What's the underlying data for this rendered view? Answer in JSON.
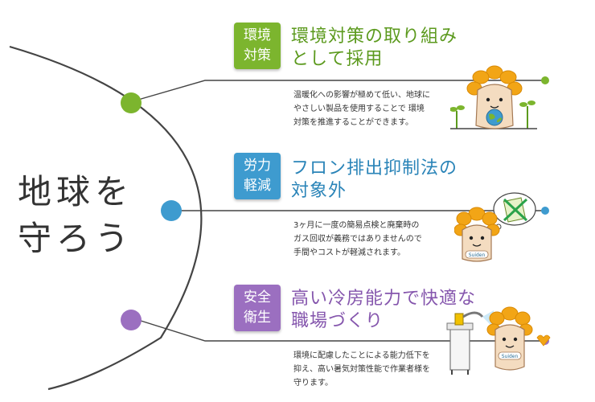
{
  "hero": {
    "line1": "地球を",
    "line2": "守ろう"
  },
  "colors": {
    "green": "#7cb52e",
    "blue": "#3e9bcf",
    "purple": "#9b6fc0",
    "line": "#444444"
  },
  "sections": [
    {
      "badge": [
        "環境",
        "対策"
      ],
      "heading": [
        "環境対策の取り組み",
        "として採用"
      ],
      "desc": [
        "温暖化への影響が極めて低い、地球に",
        "やさしい製品を使用することで 環境",
        "対策を推進することができます。"
      ],
      "color": "#7cb52e",
      "illustration": "mascot-with-globe"
    },
    {
      "badge": [
        "労力",
        "軽減"
      ],
      "heading": [
        "フロン排出抑制法の",
        "対象外"
      ],
      "desc": [
        "3ヶ月に一度の簡易点検と廃棄時の",
        "ガス回収が義務ではありませんので",
        "手間やコストが軽減されます。"
      ],
      "color": "#3e9bcf",
      "illustration": "mascot-with-crossed-clipboard"
    },
    {
      "badge": [
        "安全",
        "衛生"
      ],
      "heading": [
        "高い冷房能力で快適な",
        "職場づくり"
      ],
      "desc": [
        "環境に配慮したことによる能力低下を",
        "抑え、高い暑気対策性能で作業者様を",
        "守ります。"
      ],
      "color": "#9b6fc0",
      "illustration": "mascot-with-spot-cooler"
    }
  ],
  "mascot_label": "Suiden"
}
